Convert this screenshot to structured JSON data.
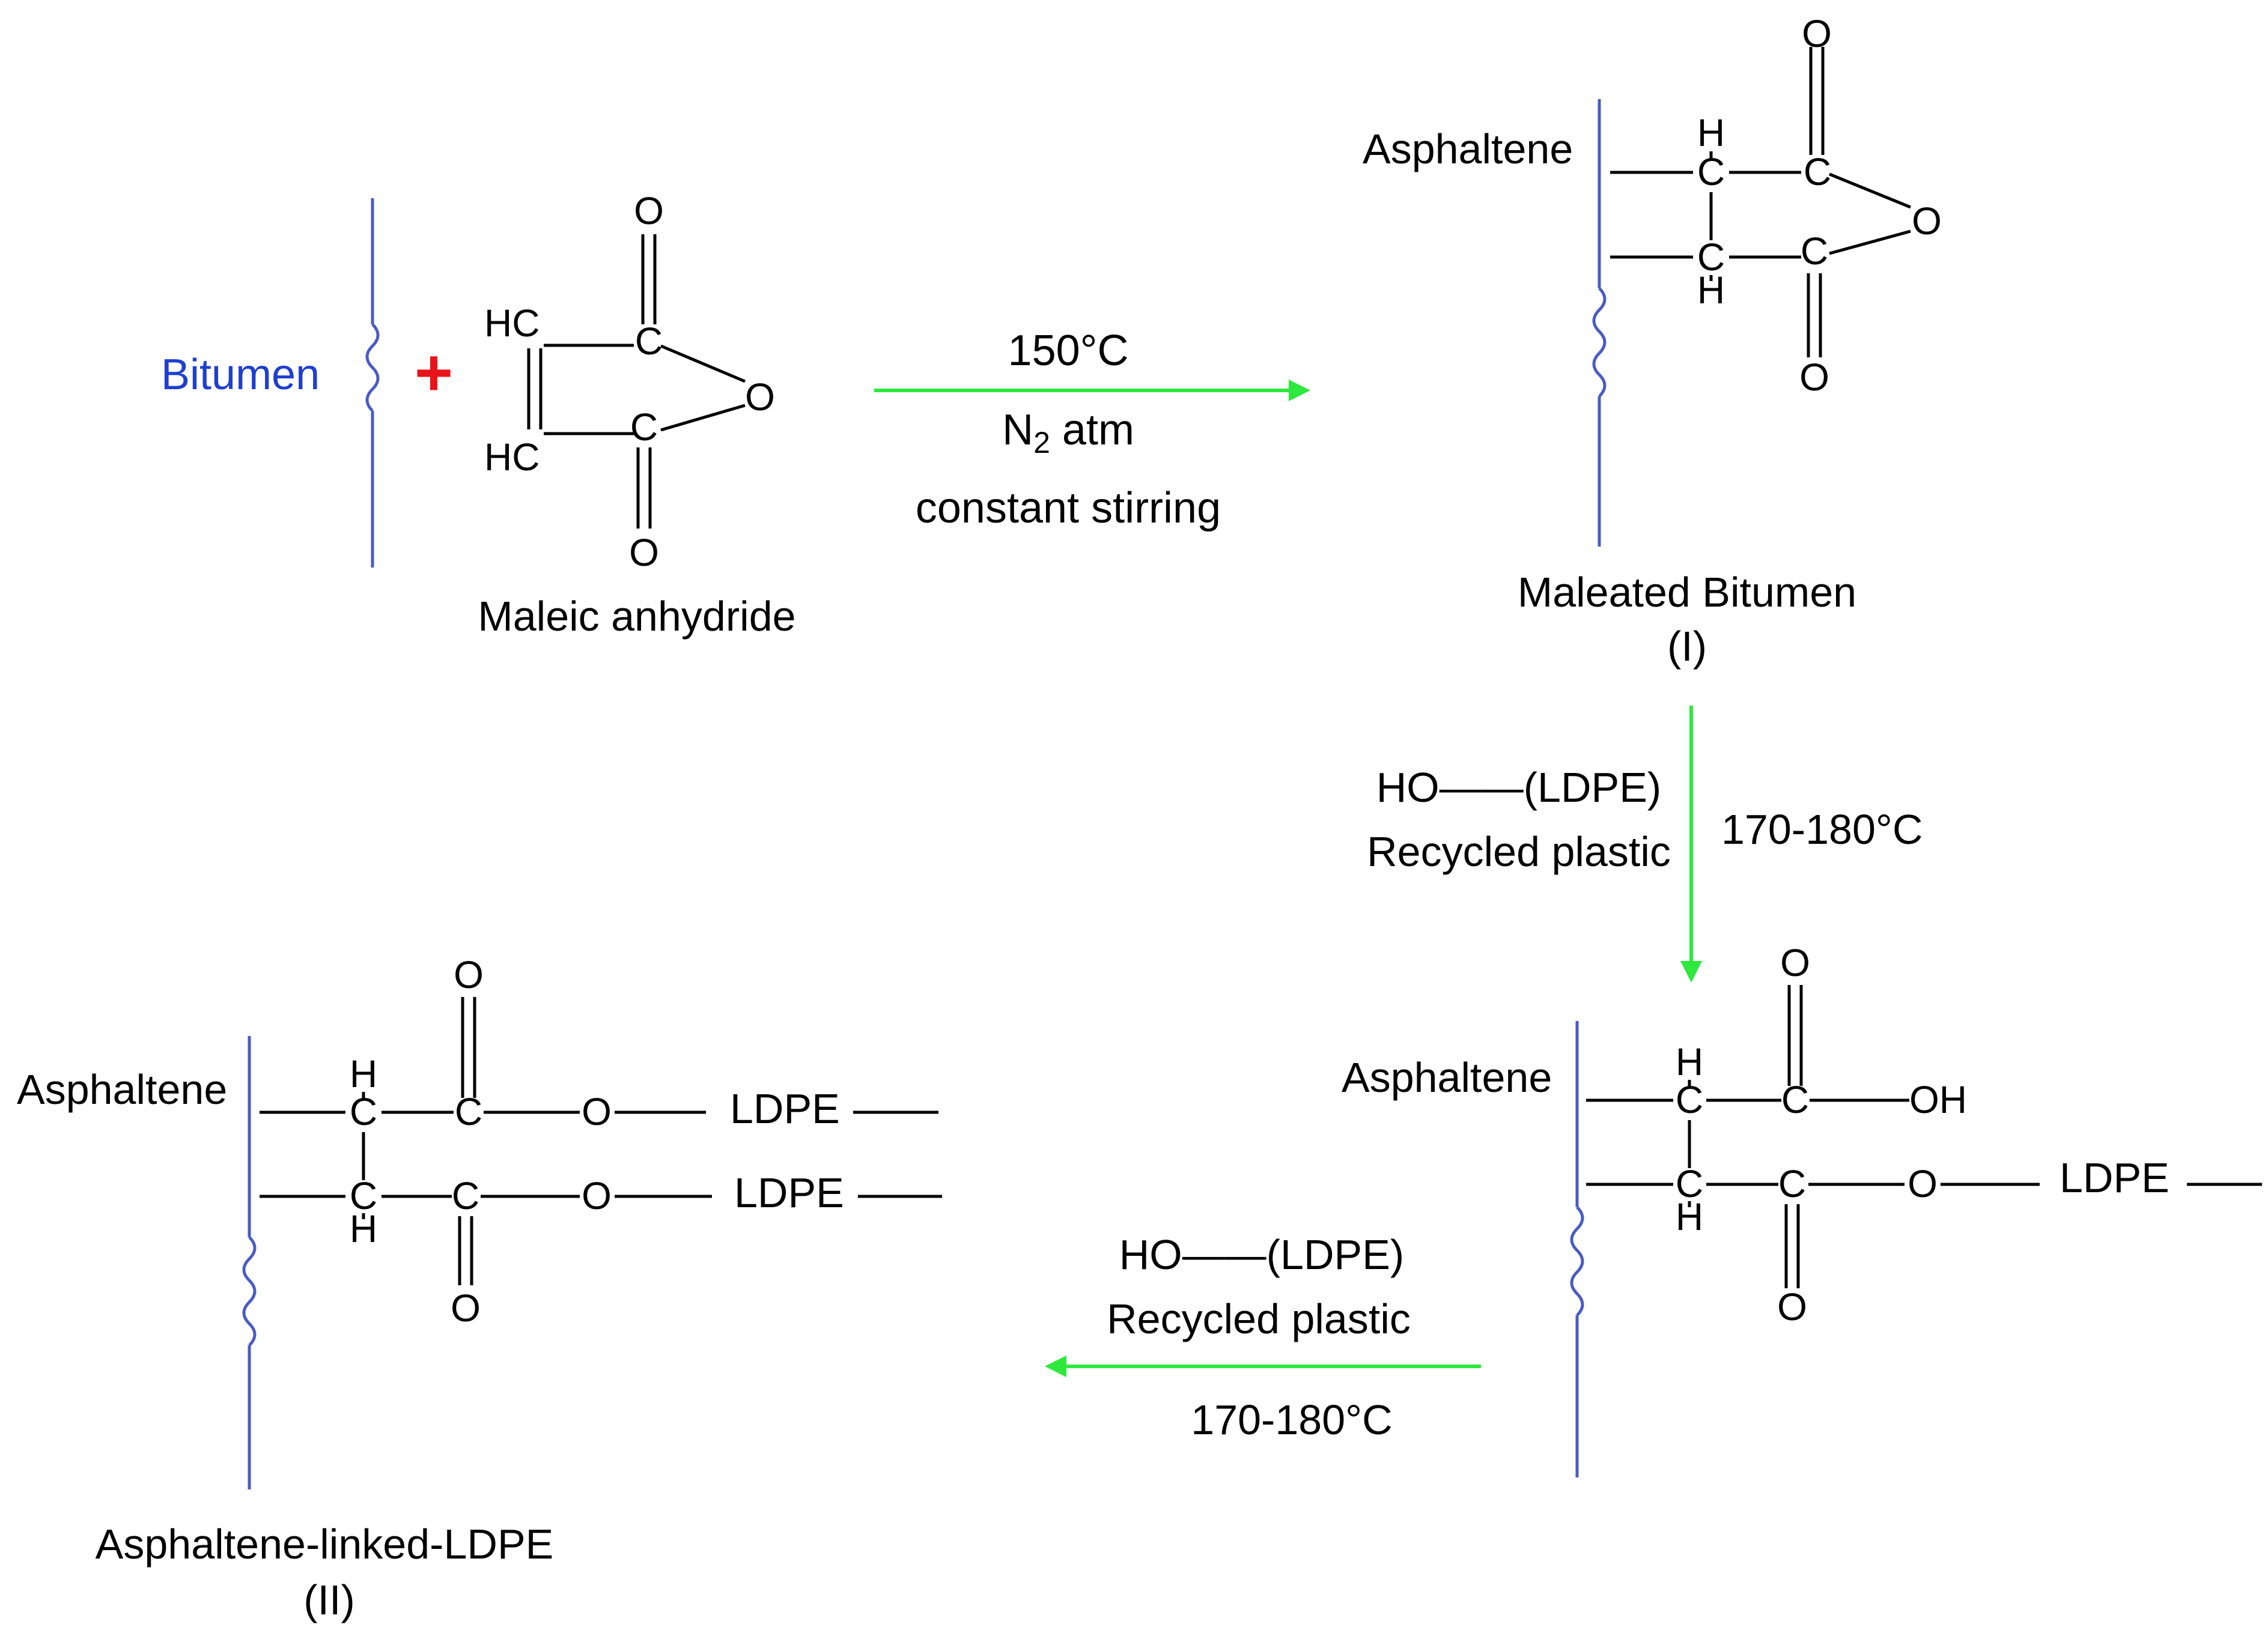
{
  "colors": {
    "chain": "#4a5bc4",
    "arrow": "#2ee83e",
    "plus": "#e8141c",
    "bitumen_label": "#1f3fcf",
    "text": "#000000"
  },
  "reactants": {
    "bitumen_label": "Bitumen",
    "plus_sign": "+",
    "maleic_anhydride": {
      "name": "Maleic anhydride",
      "atoms": {
        "o_top": "O",
        "o_bottom": "O",
        "o_ring": "O",
        "c_upper": "C",
        "c_lower": "C",
        "hc_upper": "HC",
        "hc_lower": "HC"
      }
    }
  },
  "step1": {
    "temperature": "150°C",
    "atmosphere_main": "N",
    "atmosphere_sub": "2",
    "atmosphere_rest": " atm",
    "stirring": "constant stirring"
  },
  "product1": {
    "asphaltene_label": "Asphaltene",
    "name": "Maleated Bitumen",
    "numeral": "(I)",
    "atoms": {
      "h_top": "H",
      "c_ch_upper": "C",
      "c_ch_lower": "C",
      "h_bottom": "H",
      "c_co_upper": "C",
      "c_co_lower": "C",
      "o_top": "O",
      "o_bottom": "O",
      "o_ring": "O"
    }
  },
  "step2": {
    "reagent": "HO——(LDPE)",
    "reagent_name": "Recycled plastic",
    "temperature": "170-180°C"
  },
  "intermediate": {
    "asphaltene_label": "Asphaltene",
    "atoms": {
      "h_top": "H",
      "c_ch_upper": "C",
      "c_ch_lower": "C",
      "h_bottom": "H",
      "c_co_upper": "C",
      "c_co_lower": "C",
      "o_top": "O",
      "o_bottom": "O",
      "oh": "OH",
      "o_ester": "O"
    },
    "ldpe_label": "LDPE"
  },
  "step3": {
    "reagent": "HO——(LDPE)",
    "reagent_name": "Recycled plastic",
    "temperature": "170-180°C"
  },
  "product2": {
    "asphaltene_label": "Asphaltene",
    "name": "Asphaltene-linked-LDPE",
    "numeral": "(II)",
    "atoms": {
      "h_top": "H",
      "c_ch_upper": "C",
      "c_ch_lower": "C",
      "h_bottom": "H",
      "c_co_upper": "C",
      "c_co_lower": "C",
      "o_top": "O",
      "o_bottom": "O",
      "o_ester_upper": "O",
      "o_ester_lower": "O"
    },
    "ldpe_upper": "LDPE",
    "ldpe_lower": "LDPE"
  }
}
